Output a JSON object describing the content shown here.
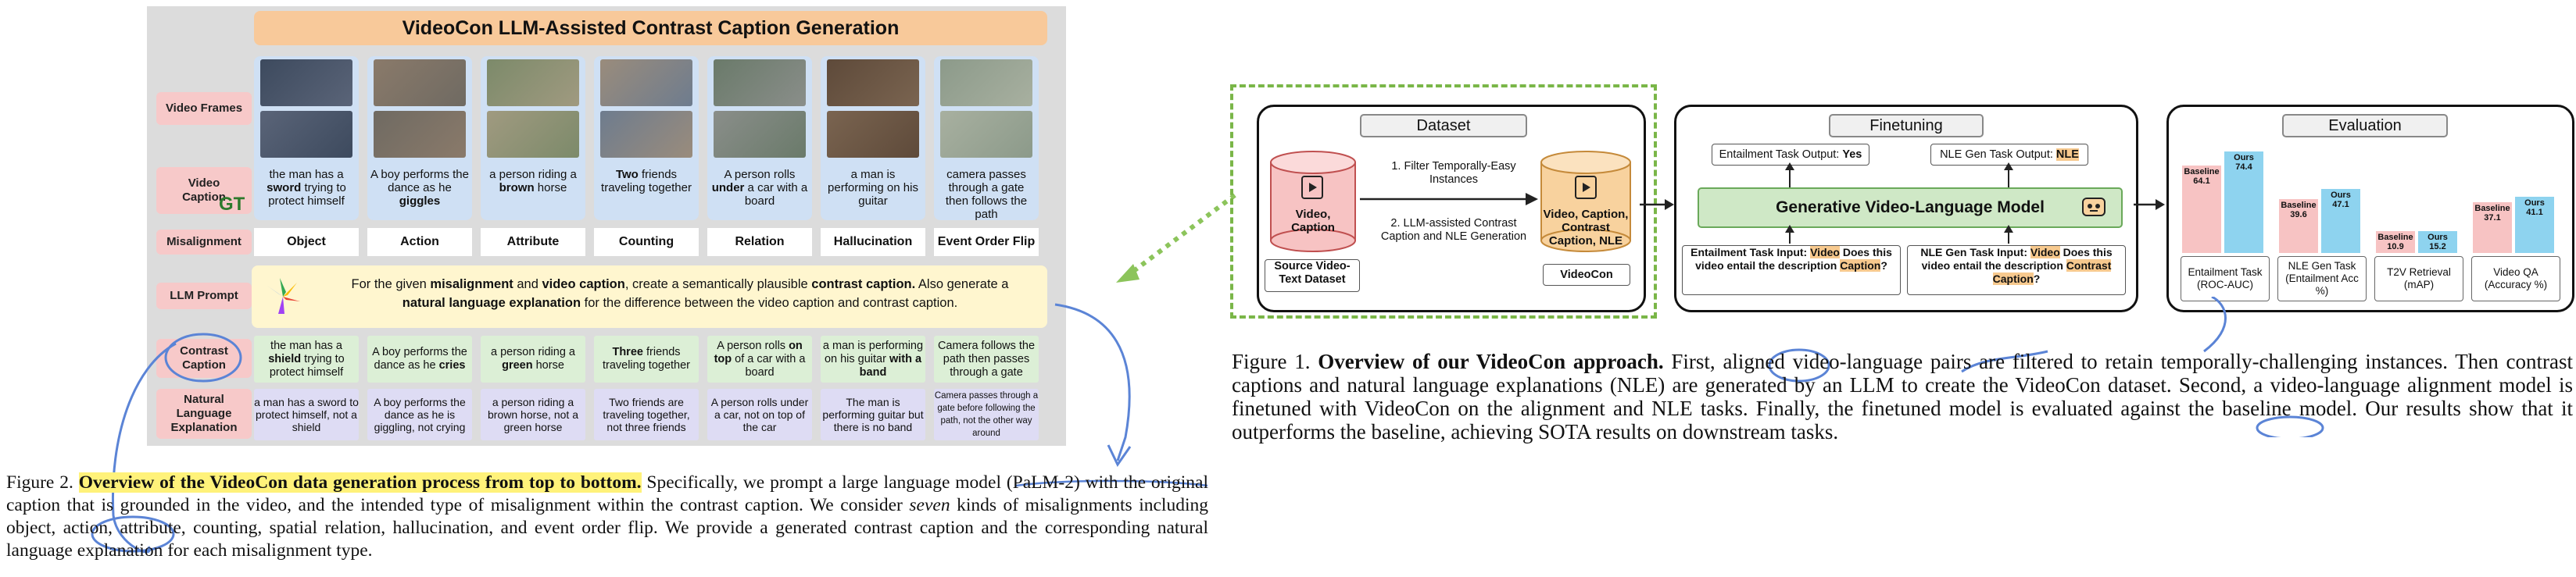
{
  "fig2": {
    "title": "VideoCon LLM-Assisted Contrast Caption Generation",
    "row_labels": {
      "frames": "Video Frames",
      "caption_a": "Video",
      "caption_b": "Caption",
      "gt": "GT",
      "misalignment": "Misalignment",
      "llm_prompt": "LLM Prompt",
      "contrast_a": "Contrast",
      "contrast_b": "Caption",
      "nle_a": "Natural",
      "nle_b": "Language",
      "nle_c": "Explanation"
    },
    "columns": [
      {
        "caption_pre": "the man has a ",
        "caption_bold": "sword",
        "caption_post": " trying to protect himself",
        "misalignment": "Object",
        "contrast_pre": "the man has a ",
        "contrast_bold": "shield",
        "contrast_post": " trying to protect himself",
        "nle": "a man has a sword to protect himself, not a shield"
      },
      {
        "caption_pre": "A boy performs the dance as he ",
        "caption_bold": "giggles",
        "caption_post": "",
        "misalignment": "Action",
        "contrast_pre": "A boy performs the dance as he ",
        "contrast_bold": "cries",
        "contrast_post": "",
        "nle": "A boy performs the dance as he is giggling, not crying"
      },
      {
        "caption_pre": "a person riding a ",
        "caption_bold": "brown",
        "caption_post": " horse",
        "misalignment": "Attribute",
        "contrast_pre": "a person riding a ",
        "contrast_bold": "green",
        "contrast_post": " horse",
        "nle": "a person riding a brown horse, not a green horse"
      },
      {
        "caption_pre": "",
        "caption_bold": "Two",
        "caption_post": " friends traveling together",
        "misalignment": "Counting",
        "contrast_pre": "",
        "contrast_bold": "Three",
        "contrast_post": " friends traveling together",
        "nle": "Two friends are traveling together, not three friends"
      },
      {
        "caption_pre": "A person rolls ",
        "caption_bold": "under",
        "caption_post": " a car with a board",
        "misalignment": "Relation",
        "contrast_pre": "A person rolls ",
        "contrast_bold": "on top",
        "contrast_post": " of a car with a board",
        "nle": "A person rolls under a car, not on top of the car"
      },
      {
        "caption_pre": "a man is performing on his guitar",
        "caption_bold": "",
        "caption_post": "",
        "misalignment": "Hallucination",
        "contrast_pre": "a man is performing on his guitar ",
        "contrast_bold": "with a band",
        "contrast_post": "",
        "nle": "The man is performing guitar but there is no band"
      },
      {
        "caption_pre": "camera passes through a gate then follows the path",
        "caption_bold": "",
        "caption_post": "",
        "misalignment": "Event Order Flip",
        "contrast_pre": "Camera follows the path then passes through a gate",
        "contrast_bold": "",
        "contrast_post": "",
        "nle": "Camera passes through a gate before following the path, not the other way around"
      }
    ],
    "llm_prompt": {
      "p1": "For the given ",
      "b1": "misalignment",
      "p2": " and ",
      "b2": "video caption",
      "p3": ", create a semantically plausible ",
      "b3": "contrast caption.",
      "p4": " Also generate a ",
      "b4": "natural language explanation",
      "p5": " for the difference between the video caption and contrast caption."
    }
  },
  "cap2": {
    "prefix": "Figure 2. ",
    "bold": "Overview of the VideoCon data generation process from top to bottom.",
    "body1": " Specifically, we prompt a large language model (PaLM-2) with the original caption that is grounded in the video, and the intended type of misalignment within the contrast caption. We consider ",
    "italic": "seven",
    "body2": " kinds of misalignments including object, action, attribute, counting, spatial relation, hallucination, and event order flip. We provide a generated contrast caption and the corresponding natural language explanation for each misalignment type."
  },
  "fig1": {
    "dataset": {
      "header": "Dataset",
      "src_cyl": "Video, Caption",
      "src_label": "Source Video-Text Dataset",
      "step1": "1. Filter Temporally-Easy Instances",
      "step2": "2. LLM-assisted Contrast Caption and NLE Generation",
      "dst_cyl": "Video, Caption, Contrast Caption, NLE",
      "dst_label": "VideoCon"
    },
    "finetuning": {
      "header": "Finetuning",
      "out1_pre": "Entailment Task Output: ",
      "out1_val": "Yes",
      "out2_pre": "NLE Gen Task Output: ",
      "out2_val": "NLE",
      "model": "Generative Video-Language Model",
      "in1_pre": "Entailment Task Input: ",
      "in1_v": "Video",
      "in1_mid": " Does this video entail the description ",
      "in1_c": "Caption",
      "in1_end": "?",
      "in2_pre": "NLE Gen Task Input: ",
      "in2_v": "Video",
      "in2_mid": " Does this video entail the description ",
      "in2_c": "Contrast Caption",
      "in2_end": "?"
    },
    "evaluation": {
      "header": "Evaluation",
      "groups": [
        {
          "label": "Entailment Task (ROC-AUC)",
          "baseline": 64.1,
          "ours": 74.4
        },
        {
          "label": "NLE Gen Task (Entailment Acc %)",
          "baseline": 39.6,
          "ours": 47.1
        },
        {
          "label": "T2V Retrieval (mAP)",
          "baseline": 10.9,
          "ours": 15.2
        },
        {
          "label": "Video QA (Accuracy %)",
          "baseline": 37.1,
          "ours": 41.1
        }
      ],
      "baseline_name": "Baseline",
      "ours_name": "Ours",
      "baseline_color": "#f7c3c3",
      "ours_color": "#8ed3ef"
    }
  },
  "cap1": {
    "prefix": "Figure 1. ",
    "bold": "Overview of our VideoCon approach.",
    "body": " First, aligned video-language pairs are filtered to retain temporally-challenging instances. Then contrast captions and natural language explanations (NLE) are generated by an LLM to create the VideoCon dataset. Second, a video-language alignment model is finetuned with VideoCon on the alignment and NLE tasks. Finally, the finetuned model is evaluated against the baseline model. Our results show that it outperforms the baseline, achieving SOTA results on downstream tasks."
  }
}
